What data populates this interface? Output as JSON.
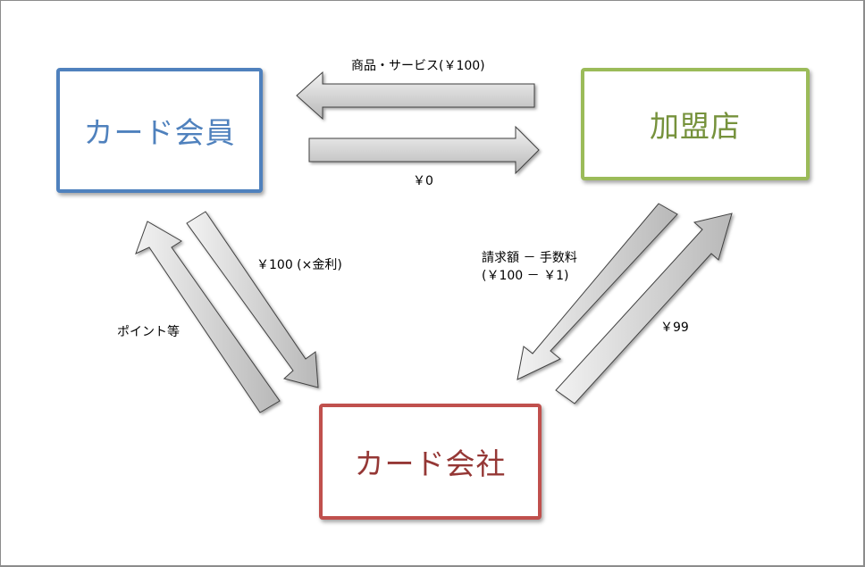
{
  "colors": {
    "member": "#4f81bd",
    "merchant": "#9bbb59",
    "company": "#c0504d",
    "arrow_fill_light": "#f0f0f0",
    "arrow_fill_dark": "#b4b4b4",
    "arrow_stroke": "#404040"
  },
  "nodes": {
    "member": "カード会員",
    "merchant": "加盟店",
    "company": "カード会社"
  },
  "edges": {
    "goods": "商品・サービス(￥100)",
    "payment_zero": "￥0",
    "member_to_company": "￥100 (×金利)",
    "points": "ポイント等",
    "billing_line1": "請求額 － 手数料",
    "billing_line2": "(￥100 － ￥1)",
    "payout": "￥99"
  }
}
